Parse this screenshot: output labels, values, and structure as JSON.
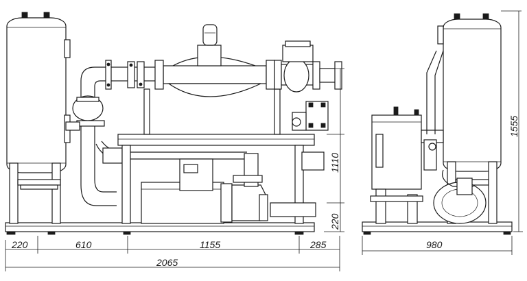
{
  "dimensions": {
    "front_bottom": [
      "220",
      "610",
      "1155",
      "285"
    ],
    "front_total": "2065",
    "front_height_frame": "220",
    "front_height_top": "1110",
    "side_width": "980",
    "side_height_total": "1555"
  }
}
